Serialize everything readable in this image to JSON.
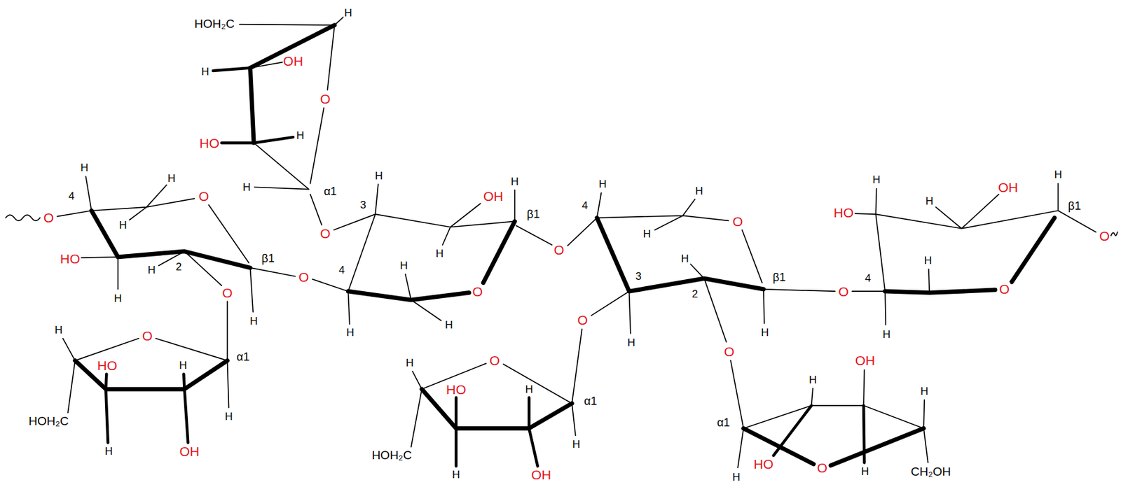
{
  "diagram": {
    "labels": [
      "HOH₂C",
      "H",
      "OH",
      "H",
      "O",
      "HO",
      "H",
      "H",
      "α1",
      "O",
      "O",
      "H",
      "4",
      "H",
      "O",
      "H",
      "HO",
      "H",
      "2",
      "β1",
      "O",
      "H",
      "O",
      "H",
      "H",
      "O",
      "HO",
      "H",
      "α1",
      "HOH₂C",
      "H",
      "H",
      "OH",
      "3",
      "H",
      "OH",
      "H",
      "β1",
      "4",
      "H",
      "H",
      "O",
      "H",
      "H",
      "O",
      "H",
      "4",
      "H",
      "H",
      "O",
      "3",
      "H",
      "2",
      "β1",
      "O",
      "O",
      "H",
      "O",
      "H",
      "H",
      "O",
      "HO",
      "H",
      "α1",
      "HOH₂C",
      "H",
      "H",
      "OH",
      "H",
      "OH",
      "H",
      "α1",
      "HO",
      "O",
      "H",
      "CH₂OH",
      "H",
      "HO",
      "H",
      "H",
      "OH",
      "H",
      "β1",
      "O",
      "4",
      "O",
      "H",
      "H"
    ]
  }
}
